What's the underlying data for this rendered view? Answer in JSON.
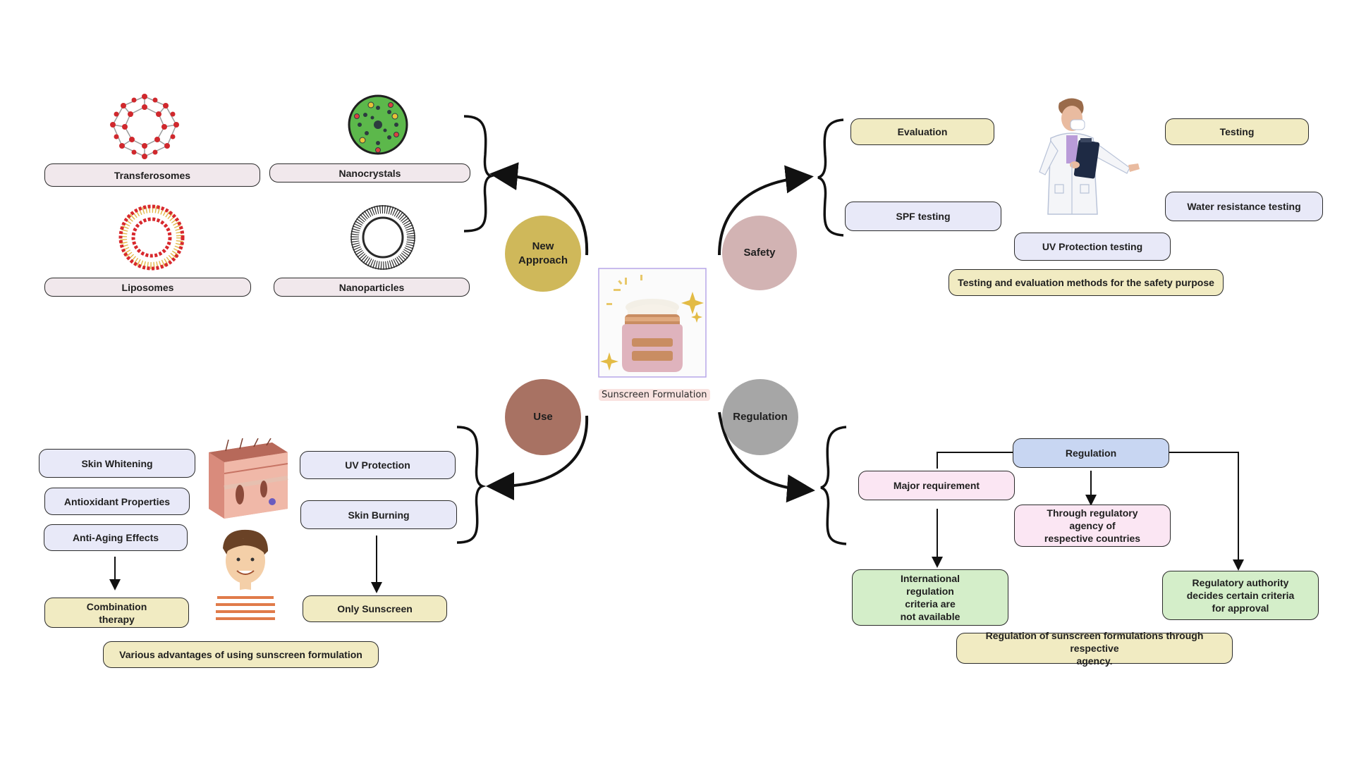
{
  "center": {
    "label": "Sunscreen Formulation"
  },
  "hubs": {
    "new_approach": "New\nApproach",
    "safety": "Safety",
    "use": "Use",
    "regulation": "Regulation"
  },
  "new_approach": {
    "items": [
      "Transferosomes",
      "Nanocrystals",
      "Liposomes",
      "Nanoparticles"
    ]
  },
  "safety": {
    "evaluation": "Evaluation",
    "spf": "SPF testing",
    "testing": "Testing",
    "water": "Water resistance testing",
    "uv": "UV Protection testing",
    "caption": "Testing and evaluation methods for the safety purpose"
  },
  "use": {
    "skin_whitening": "Skin Whitening",
    "antioxidant": "Antioxidant Properties",
    "anti_aging": "Anti-Aging Effects",
    "combination": "Combination\ntherapy",
    "uv_protection": "UV Protection",
    "skin_burning": "Skin Burning",
    "only_sunscreen": "Only Sunscreen",
    "caption": "Various advantages of using sunscreen formulation"
  },
  "regulation": {
    "top": "Regulation",
    "major": "Major requirement",
    "through": "Through regulatory\nagency of\nrespective countries",
    "international": "International\nregulation\ncriteria are\nnot available",
    "authority": "Regulatory authority\ndecides certain criteria\nfor approval",
    "caption": "Regulation of sunscreen formulations through respective\nagency."
  },
  "colors": {
    "new_approach_hub": "#cfb85a",
    "safety_hub": "#d2b3b3",
    "use_hub": "#a87263",
    "regulation_hub": "#a6a6a6"
  }
}
